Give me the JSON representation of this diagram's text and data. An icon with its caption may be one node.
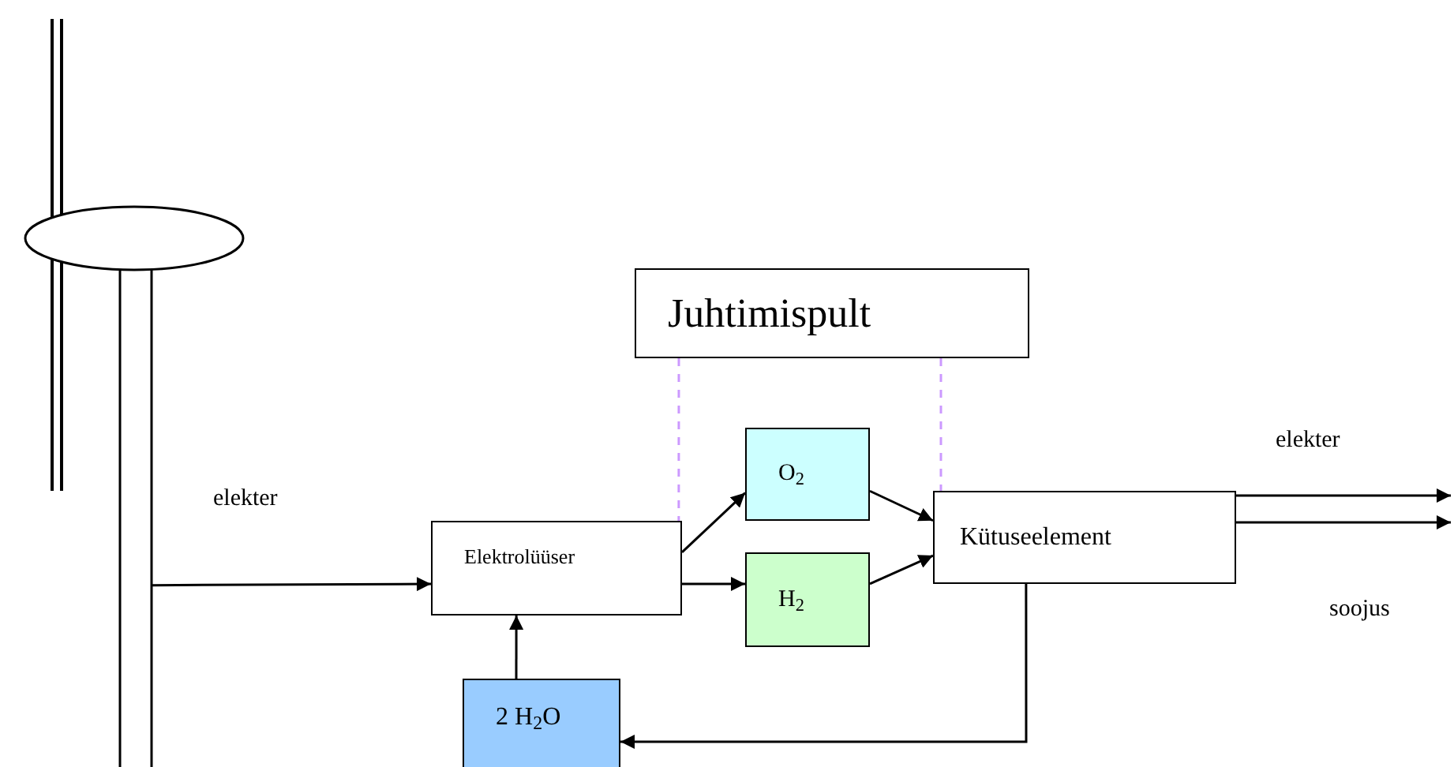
{
  "diagram": {
    "nodes": [
      {
        "text": [],
        "shape": "picture"
      },
      {
        "text": [
          "Juhtimispult"
        ]
      },
      {
        "text": [
          "O$_{2}$"
        ]
      },
      {
        "text": [
          "H$_{2}$"
        ]
      },
      {
        "text": [
          "Elektrolüüser"
        ]
      },
      {
        "text": [
          "Kütuseelement"
        ]
      },
      {
        "text": [
          "2 H$_{2}$O"
        ]
      }
    ],
    "edges": [
      {
        "from": 0,
        "to": 4,
        "arrow": "to",
        "label": "elekter"
      },
      {
        "from": 4,
        "to": 2,
        "arrow": "to"
      },
      {
        "from": 4,
        "to": 3,
        "arrow": "to"
      },
      {
        "from": 2,
        "to": 5,
        "arrow": "to"
      },
      {
        "from": 3,
        "to": 5,
        "arrow": "to"
      },
      {
        "from": 5,
        "to": 6,
        "arrow": "to"
      },
      {
        "from": 6,
        "to": 4,
        "arrow": "to"
      },
      {
        "from": 5,
        "to": null,
        "arrow": "to",
        "label": "elekter"
      },
      {
        "from": 5,
        "to": null,
        "arrow": "to",
        "label": "soojus"
      },
      {
        "from": 1,
        "to": 4,
        "arrow": "none",
        "style": "dashed",
        "color": "#cc99ff"
      },
      {
        "from": 1,
        "to": 5,
        "arrow": "none",
        "style": "dashed",
        "color": "#cc99ff"
      }
    ]
  }
}
